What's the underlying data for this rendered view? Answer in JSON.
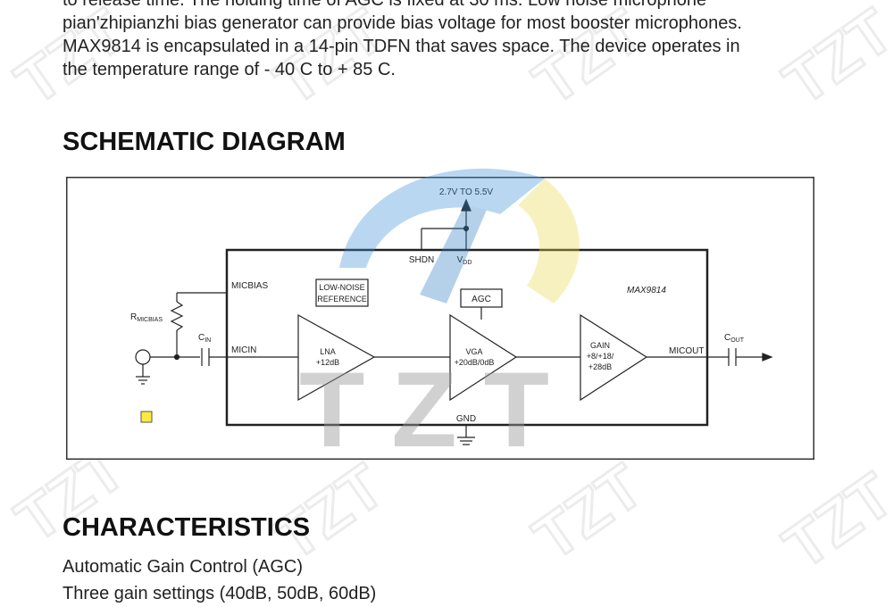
{
  "intro": {
    "lines": [
      "to release time. The holding time of AGC is fixed at 30 ms. Low noise microphone",
      "pian'zhipianzhi bias generator can provide bias voltage for most booster microphones.",
      "MAX9814 is encapsulated in a 14-pin TDFN that saves space. The device operates in",
      "the temperature range of - 40 C to + 85 C."
    ]
  },
  "sections": {
    "schematic_title": "SCHEMATIC DIAGRAM",
    "characteristics_title": "CHARACTERISTICS"
  },
  "diagram": {
    "supply": "2.7V TO 5.5V",
    "shdn": "SHDN",
    "vdd": "V",
    "vdd_sub": "DD",
    "micbias": "MICBIAS",
    "reference_line1": "LOW-NOISE",
    "reference_line2": "REFERENCE",
    "agc": "AGC",
    "chip_name": "MAX9814",
    "rmicbias": "R",
    "rmicbias_sub": "MICBIAS",
    "cin": "C",
    "cin_sub": "IN",
    "micin": "MICIN",
    "lna_line1": "LNA",
    "lna_line2": "+12dB",
    "vga_line1": "VGA",
    "vga_line2": "+20dB/0dB",
    "gain_line1": "GAIN",
    "gain_line2": "+8/+18/",
    "gain_line3": "+28dB",
    "micout": "MICOUT",
    "cout": "C",
    "cout_sub": "OUT",
    "gnd": "GND"
  },
  "watermark": {
    "text": "TZT"
  },
  "characteristics": [
    "Automatic Gain Control (AGC)",
    "Three gain settings (40dB, 50dB, 60dB)"
  ],
  "colors": {
    "watermark_blue": "#3a8fd6",
    "watermark_yellow": "#e8d84a",
    "watermark_grey": "#9a9a9a"
  }
}
